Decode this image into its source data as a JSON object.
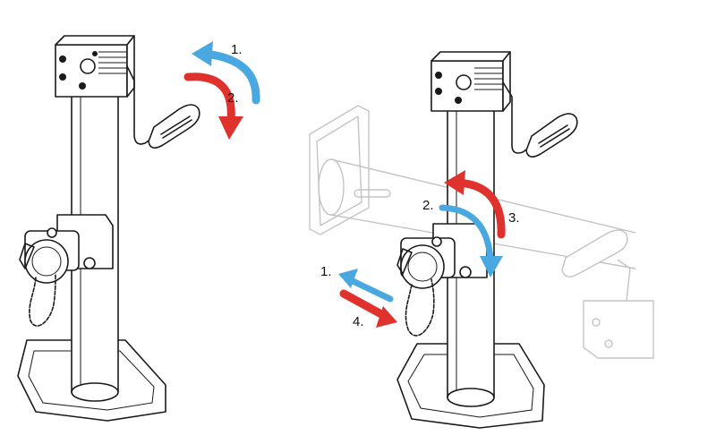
{
  "left_jack": {
    "steps": [
      {
        "label": "1.",
        "color": "#4aa8e0"
      },
      {
        "label": "2.",
        "color": "#e0322c"
      }
    ]
  },
  "right_jack": {
    "steps": [
      {
        "label": "1.",
        "color": "#4aa8e0"
      },
      {
        "label": "2.",
        "color": "#4aa8e0"
      },
      {
        "label": "3.",
        "color": "#e0322c"
      },
      {
        "label": "4.",
        "color": "#e0322c"
      }
    ]
  },
  "icons": {
    "handle_brand": "brand-logo"
  }
}
